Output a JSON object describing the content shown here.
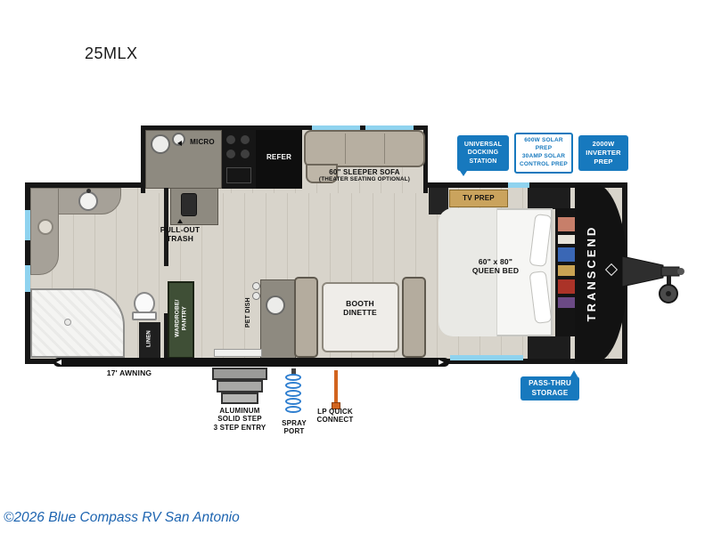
{
  "title": {
    "model": "25MLX"
  },
  "footer": {
    "copyright": "©2026 Blue Compass RV San Antonio"
  },
  "colors": {
    "callout_blue": "#1779be",
    "window_blue": "#8fd3ef",
    "wall": "#161616"
  },
  "floorplan": {
    "brand": "TRANSCEND",
    "labels": {
      "micro": "MICRO",
      "refer": "REFER",
      "sleeper_sofa": [
        "60\" SLEEPER SOFA",
        "(THEATER SEATING OPTIONAL)"
      ],
      "tv_prep": "TV PREP",
      "pull_out_trash": [
        "PULL-OUT",
        "TRASH"
      ],
      "queen_bed": [
        "60\" x 80\"",
        "QUEEN BED"
      ],
      "booth_dinette": [
        "BOOTH",
        "DINETTE"
      ],
      "pet_dish": "PET DISH",
      "wardrobe_pantry": [
        "WARDROBE/",
        "PANTRY"
      ],
      "linen": "LINEN",
      "awning": "17' AWNING",
      "entry_steps": [
        "ALUMINUM",
        "SOLID STEP",
        "3 STEP ENTRY"
      ],
      "spray_port": [
        "SPRAY",
        "PORT"
      ],
      "lp_quick_connect": [
        "LP QUICK",
        "CONNECT"
      ]
    },
    "callouts": {
      "universal_docking": [
        "UNIVERSAL",
        "DOCKING",
        "STATION"
      ],
      "solar_prep": [
        "600W SOLAR PREP",
        "30AMP SOLAR",
        "CONTROL PREP"
      ],
      "inverter_prep": [
        "2000W",
        "INVERTER",
        "PREP"
      ],
      "pass_thru": [
        "PASS-THRU",
        "STORAGE"
      ]
    }
  }
}
